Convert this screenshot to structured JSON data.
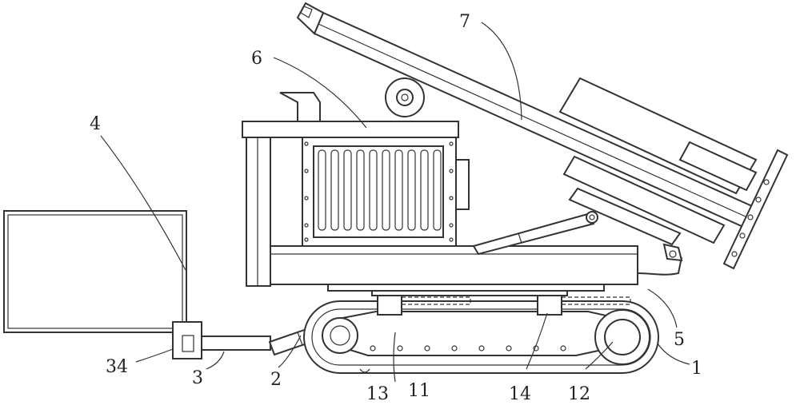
{
  "labels": [
    {
      "id": "label-1",
      "text": "1"
    },
    {
      "id": "label-2",
      "text": "2"
    },
    {
      "id": "label-3",
      "text": "3"
    },
    {
      "id": "label-4",
      "text": "4"
    },
    {
      "id": "label-5",
      "text": "5"
    },
    {
      "id": "label-6",
      "text": "6"
    },
    {
      "id": "label-7",
      "text": "7"
    },
    {
      "id": "label-11",
      "text": "11"
    },
    {
      "id": "label-12",
      "text": "12"
    },
    {
      "id": "label-13",
      "text": "13"
    },
    {
      "id": "label-14",
      "text": "14"
    },
    {
      "id": "label-34",
      "text": "34"
    }
  ]
}
